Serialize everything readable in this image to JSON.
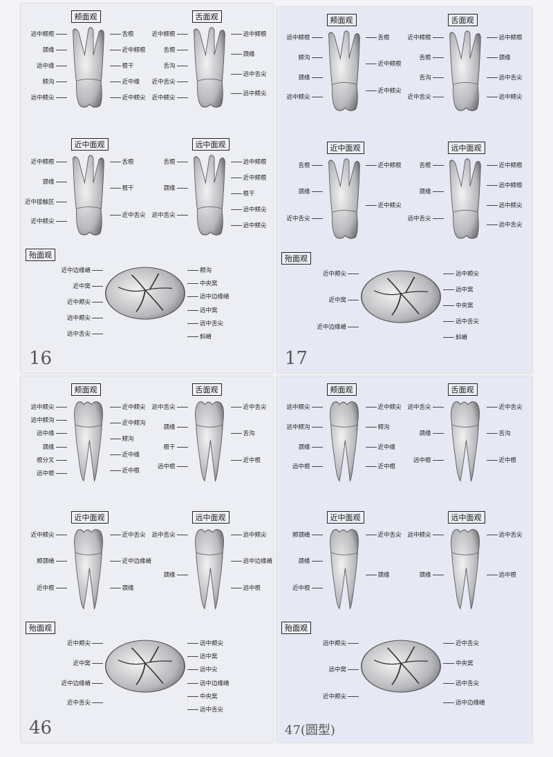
{
  "pages": [
    {
      "number": "16",
      "jaw": "upper",
      "views": [
        {
          "title": "颊面观",
          "left": [
            "远中颊根",
            "颈缘",
            "远中缘",
            "颊沟",
            "远中颊尖"
          ],
          "right": [
            "舌根",
            "近中颊根",
            "根干",
            "近中缘",
            "近中颊尖"
          ]
        },
        {
          "title": "舌面观",
          "left": [
            "近中颊根",
            "舌根",
            "舌沟",
            "近中舌尖",
            "近中颊尖"
          ],
          "right": [
            "远中颊根",
            "颈缘",
            "远中舌尖",
            "远中颊尖"
          ]
        },
        {
          "title": "近中面观",
          "left": [
            "近中颊根",
            "颈缘",
            "近中接触区",
            "近中颊尖"
          ],
          "right": [
            "舌根",
            "根干",
            "近中舌尖"
          ]
        },
        {
          "title": "远中面观",
          "left": [
            "舌根",
            "颈缘",
            "远中舌尖"
          ],
          "right": [
            "远中颊根",
            "近中颊根",
            "根干",
            "远中颊尖",
            "远中颊尖"
          ]
        },
        {
          "title": "殆面观",
          "left": [
            "近中边缘嵴",
            "近中窝",
            "近中颊尖",
            "远中颊尖",
            "远中舌尖"
          ],
          "right": [
            "颊沟",
            "中央窝",
            "远中边缘嵴",
            "远中窝",
            "远中舌尖",
            "斜嵴"
          ]
        }
      ]
    },
    {
      "number": "17",
      "jaw": "upper",
      "views": [
        {
          "title": "颊面观",
          "left": [
            "远中颊根",
            "颊沟",
            "颈缘",
            "远中颊尖"
          ],
          "right": [
            "舌根",
            "近中颊根",
            "近中颊尖"
          ]
        },
        {
          "title": "舌面观",
          "left": [
            "近中颊根",
            "舌根",
            "舌沟",
            "近中舌尖"
          ],
          "right": [
            "远中颊根",
            "颈缘",
            "远中舌尖",
            "远中颊尖"
          ]
        },
        {
          "title": "近中面观",
          "left": [
            "舌根",
            "颈缘",
            "近中舌尖"
          ],
          "right": [
            "近中颊根",
            "近中颊尖"
          ]
        },
        {
          "title": "远中面观",
          "left": [
            "舌根",
            "颈缘",
            "远中舌尖"
          ],
          "right": [
            "近中颊根",
            "远中颊根",
            "远中颊尖",
            "远中舌尖"
          ]
        },
        {
          "title": "殆面观",
          "left": [
            "近中颊尖",
            "近中窝",
            "近中边缘嵴"
          ],
          "right": [
            "远中颊尖",
            "远中窝",
            "中央窝",
            "远中舌尖",
            "斜嵴"
          ]
        }
      ]
    },
    {
      "number": "46",
      "jaw": "lower",
      "views": [
        {
          "title": "颊面观",
          "left": [
            "远中颊尖",
            "远中颊沟",
            "远中缘",
            "颈缘",
            "根分叉",
            "远中根"
          ],
          "right": [
            "近中颊尖",
            "近中颊沟",
            "颊沟",
            "近中缘",
            "近中根"
          ]
        },
        {
          "title": "舌面观",
          "left": [
            "远中舌尖",
            "颈缘",
            "根干",
            "远中根"
          ],
          "right": [
            "近中舌尖",
            "舌沟",
            "近中根"
          ]
        },
        {
          "title": "近中面观",
          "left": [
            "近中颊尖",
            "颊颈嵴",
            "近中根"
          ],
          "right": [
            "近中舌尖",
            "近中边缘嵴",
            "颈缘"
          ]
        },
        {
          "title": "远中面观",
          "left": [
            "远中舌尖",
            "颈缘"
          ],
          "right": [
            "远中颊尖",
            "远中边缘嵴",
            "远中根"
          ]
        },
        {
          "title": "殆面观",
          "left": [
            "近中颊尖",
            "近中窝",
            "近中边缘嵴",
            "近中舌尖"
          ],
          "right": [
            "远中颊尖",
            "远中窝",
            "远中尖",
            "远中边缘嵴",
            "中央窝",
            "远中舌尖"
          ]
        }
      ]
    },
    {
      "number": "47(圆型)",
      "jaw": "lower",
      "views": [
        {
          "title": "颊面观",
          "left": [
            "远中颊尖",
            "远中颊沟",
            "颈缘",
            "远中根"
          ],
          "right": [
            "近中颊尖",
            "颊沟",
            "近中缘",
            "近中根"
          ]
        },
        {
          "title": "舌面观",
          "left": [
            "远中舌尖",
            "颈缘",
            "远中根"
          ],
          "right": [
            "近中舌尖",
            "舌沟",
            "近中根"
          ]
        },
        {
          "title": "近中面观",
          "left": [
            "颊颈嵴",
            "颈缘",
            "近中根"
          ],
          "right": [
            "近中舌尖",
            "颈缘"
          ]
        },
        {
          "title": "远中面观",
          "left": [
            "远中颊尖",
            "颈缘"
          ],
          "right": [
            "远中舌尖",
            "远中根"
          ]
        },
        {
          "title": "殆面观",
          "left": [
            "远中颊尖",
            "远中窝",
            "近中颊尖"
          ],
          "right": [
            "近中舌尖",
            "中央窝",
            "远中舌尖",
            "远中边缘嵴"
          ]
        }
      ]
    }
  ]
}
